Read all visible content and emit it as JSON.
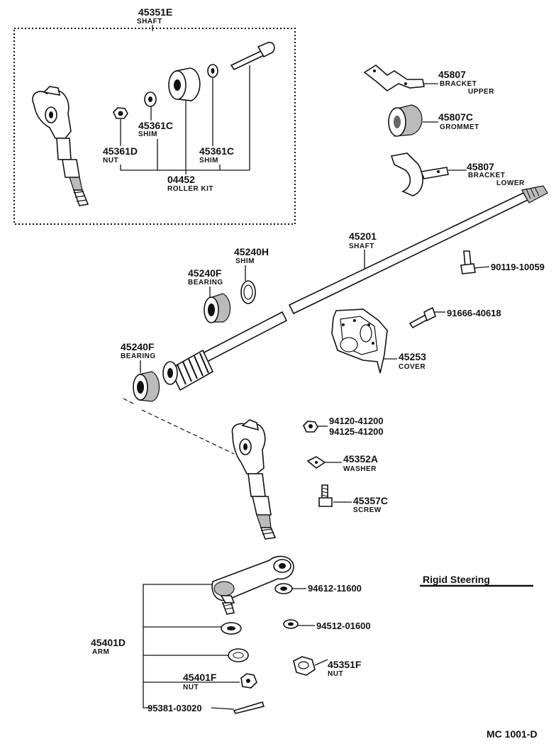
{
  "labels": {
    "p45351e_no": "45351E",
    "p45351e_nm": "SHAFT",
    "p45361c_a_no": "45361C",
    "p45361c_a_nm": "SHIM",
    "p45361d_no": "45361D",
    "p45361d_nm": "NUT",
    "p45361c_b_no": "45361C",
    "p45361c_b_nm": "SHIM",
    "p04452_no": "04452",
    "p04452_nm": "ROLLER KIT",
    "p45807u_no": "45807",
    "p45807u_nm1": "BRACKET",
    "p45807u_nm2": "UPPER",
    "p45807c_no": "45807C",
    "p45807c_nm": "GROMMET",
    "p45807l_no": "45807",
    "p45807l_nm1": "BRACKET",
    "p45807l_nm2": "LOWER",
    "p45201_no": "45201",
    "p45201_nm": "SHAFT",
    "p45240h_no": "45240H",
    "p45240h_nm": "SHIM",
    "p45240f_a_no": "45240F",
    "p45240f_a_nm": "BEARING",
    "p45240f_b_no": "45240F",
    "p45240f_b_nm": "BEARING",
    "p90119": "90119-10059",
    "p91666": "91666-40618",
    "p45253_no": "45253",
    "p45253_nm": "COVER",
    "p94120": "94120-41200",
    "p94125": "94125-41200",
    "p45352a_no": "45352A",
    "p45352a_nm": "WASHER",
    "p45357c_no": "45357C",
    "p45357c_nm": "SCREW",
    "rigid": "Rigid Steering",
    "p94612": "94612-11600",
    "p94512": "94512-01600",
    "p45401d_no": "45401D",
    "p45401d_nm": "ARM",
    "p45401f_no": "45401F",
    "p45401f_nm": "NUT",
    "p45351f_no": "45351F",
    "p45351f_nm": "NUT",
    "p95381": "95381-03020",
    "code": "MC 1001-D"
  }
}
